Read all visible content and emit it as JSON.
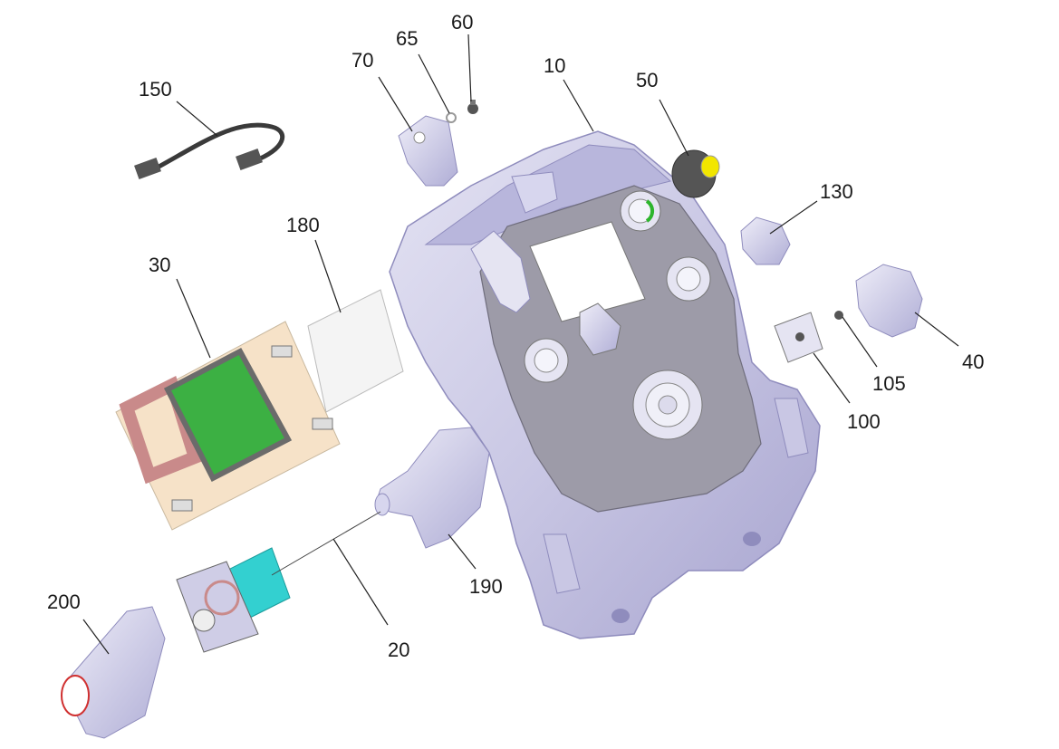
{
  "diagram": {
    "callouts": [
      {
        "id": "10",
        "label": "10"
      },
      {
        "id": "20",
        "label": "20"
      },
      {
        "id": "30",
        "label": "30"
      },
      {
        "id": "40",
        "label": "40"
      },
      {
        "id": "50",
        "label": "50"
      },
      {
        "id": "60",
        "label": "60"
      },
      {
        "id": "65",
        "label": "65"
      },
      {
        "id": "70",
        "label": "70"
      },
      {
        "id": "100",
        "label": "100"
      },
      {
        "id": "105",
        "label": "105"
      },
      {
        "id": "130",
        "label": "130"
      },
      {
        "id": "150",
        "label": "150"
      },
      {
        "id": "180",
        "label": "180"
      },
      {
        "id": "190",
        "label": "190"
      },
      {
        "id": "200",
        "label": "200"
      }
    ],
    "colors": {
      "housing": "#cfcde6",
      "housing_shadow": "#a9a6cf",
      "panel": "#9c9aa6",
      "pcb_board": "#f6e2c8",
      "pcb_chip": "#3cb043",
      "pcb_trace": "#c98a8a",
      "motor_block": "#33d0d0",
      "knob_accent": "#f2e600",
      "ring_accent": "#2db52d",
      "cable": "#3a3a3a"
    }
  }
}
